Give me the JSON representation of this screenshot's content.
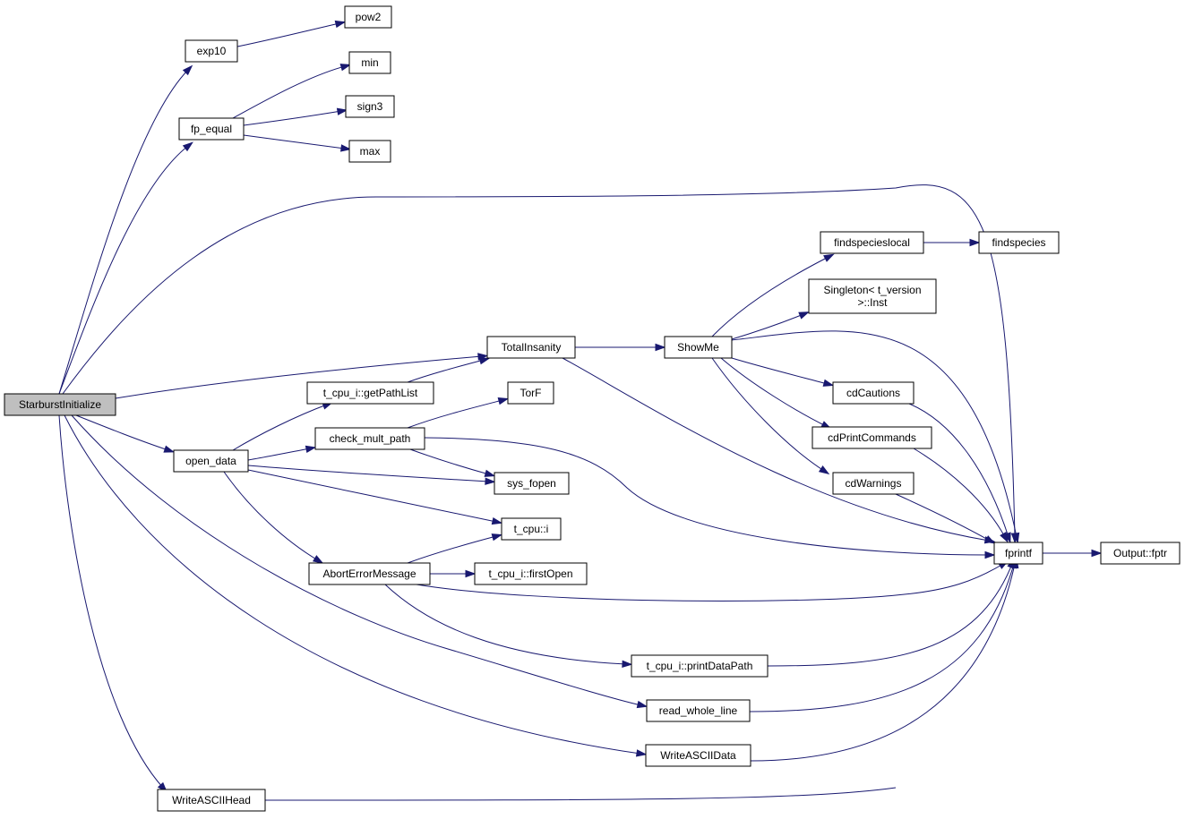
{
  "colors": {
    "edge": "#191970",
    "root_fill": "#bfbfbf",
    "node_fill": "#ffffff",
    "border": "#000000"
  },
  "nodes": {
    "starburst": {
      "lines": [
        "StarburstInitialize"
      ],
      "root": true
    },
    "exp10": {
      "lines": [
        "exp10"
      ]
    },
    "pow2": {
      "lines": [
        "pow2"
      ]
    },
    "fp_equal": {
      "lines": [
        "fp_equal"
      ]
    },
    "min": {
      "lines": [
        "min"
      ]
    },
    "sign3": {
      "lines": [
        "sign3"
      ]
    },
    "max": {
      "lines": [
        "max"
      ]
    },
    "totalinsanity": {
      "lines": [
        "TotalInsanity"
      ]
    },
    "showme": {
      "lines": [
        "ShowMe"
      ]
    },
    "findspecieslocal": {
      "lines": [
        "findspecieslocal"
      ]
    },
    "findspecies": {
      "lines": [
        "findspecies"
      ]
    },
    "singleton": {
      "lines": [
        "Singleton< t_version",
        ">::Inst"
      ]
    },
    "cdcautions": {
      "lines": [
        "cdCautions"
      ]
    },
    "cdprintcommands": {
      "lines": [
        "cdPrintCommands"
      ]
    },
    "cdwarnings": {
      "lines": [
        "cdWarnings"
      ]
    },
    "getpathlist": {
      "lines": [
        "t_cpu_i::getPathList"
      ]
    },
    "torf": {
      "lines": [
        "TorF"
      ]
    },
    "open_data": {
      "lines": [
        "open_data"
      ]
    },
    "check_mult_path": {
      "lines": [
        "check_mult_path"
      ]
    },
    "sys_fopen": {
      "lines": [
        "sys_fopen"
      ]
    },
    "tcpu_i": {
      "lines": [
        "t_cpu::i"
      ]
    },
    "aborterror": {
      "lines": [
        "AbortErrorMessage"
      ]
    },
    "firstopen": {
      "lines": [
        "t_cpu_i::firstOpen"
      ]
    },
    "printdatapath": {
      "lines": [
        "t_cpu_i::printDataPath"
      ]
    },
    "read_whole_line": {
      "lines": [
        "read_whole_line"
      ]
    },
    "writeasciidata": {
      "lines": [
        "WriteASCIIData"
      ]
    },
    "writeasciihead": {
      "lines": [
        "WriteASCIIHead"
      ]
    },
    "fprintf": {
      "lines": [
        "fprintf"
      ]
    },
    "fptr": {
      "lines": [
        "Output::fptr"
      ]
    }
  },
  "edges": [
    [
      "starburst",
      "exp10"
    ],
    [
      "exp10",
      "pow2"
    ],
    [
      "starburst",
      "fp_equal"
    ],
    [
      "fp_equal",
      "min"
    ],
    [
      "fp_equal",
      "sign3"
    ],
    [
      "fp_equal",
      "max"
    ],
    [
      "starburst",
      "fprintf"
    ],
    [
      "starburst",
      "totalinsanity"
    ],
    [
      "totalinsanity",
      "showme"
    ],
    [
      "totalinsanity",
      "fprintf"
    ],
    [
      "showme",
      "findspecieslocal"
    ],
    [
      "findspecieslocal",
      "findspecies"
    ],
    [
      "showme",
      "singleton"
    ],
    [
      "showme",
      "fprintf"
    ],
    [
      "showme",
      "cdcautions"
    ],
    [
      "showme",
      "cdprintcommands"
    ],
    [
      "showme",
      "cdwarnings"
    ],
    [
      "cdcautions",
      "fprintf"
    ],
    [
      "cdprintcommands",
      "fprintf"
    ],
    [
      "cdwarnings",
      "fprintf"
    ],
    [
      "getpathlist",
      "totalinsanity"
    ],
    [
      "starburst",
      "open_data"
    ],
    [
      "open_data",
      "getpathlist"
    ],
    [
      "open_data",
      "check_mult_path"
    ],
    [
      "open_data",
      "sys_fopen"
    ],
    [
      "open_data",
      "tcpu_i"
    ],
    [
      "open_data",
      "aborterror"
    ],
    [
      "check_mult_path",
      "torf"
    ],
    [
      "check_mult_path",
      "sys_fopen"
    ],
    [
      "check_mult_path",
      "fprintf"
    ],
    [
      "aborterror",
      "tcpu_i"
    ],
    [
      "aborterror",
      "firstopen"
    ],
    [
      "aborterror",
      "fprintf"
    ],
    [
      "aborterror",
      "printdatapath"
    ],
    [
      "printdatapath",
      "fprintf"
    ],
    [
      "starburst",
      "read_whole_line"
    ],
    [
      "read_whole_line",
      "fprintf"
    ],
    [
      "starburst",
      "writeasciidata"
    ],
    [
      "writeasciidata",
      "fprintf"
    ],
    [
      "starburst",
      "writeasciihead"
    ],
    [
      "writeasciihead",
      "fprintf"
    ],
    [
      "fprintf",
      "fptr"
    ]
  ]
}
